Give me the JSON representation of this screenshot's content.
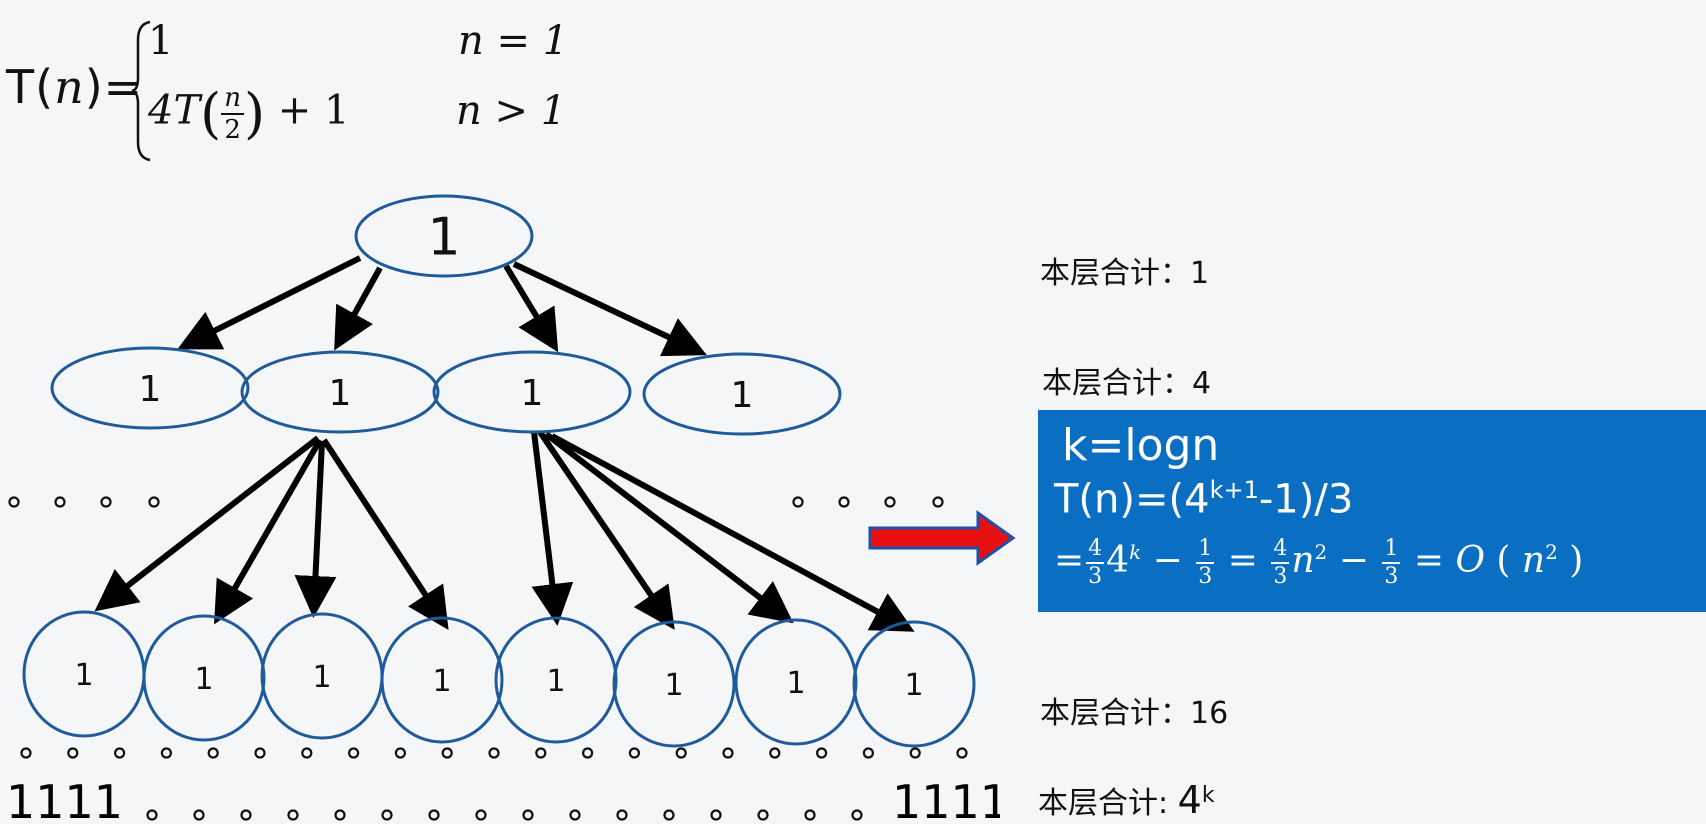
{
  "formula": {
    "lhs_func": "T",
    "lhs_arg": "n",
    "case1_value": "1",
    "case1_condition": "n = 1",
    "case2_coef": "4T",
    "case2_frac_num": "n",
    "case2_frac_den": "2",
    "case2_tail": "+ 1",
    "case2_condition": "n > 1"
  },
  "tree": {
    "root_label": "1",
    "level1_labels": [
      "1",
      "1",
      "1",
      "1"
    ],
    "level2_labels": [
      "1",
      "1",
      "1",
      "1",
      "1",
      "1",
      "1",
      "1"
    ],
    "leaf_left": "1111",
    "leaf_right": "1111",
    "node_stroke_color": "#1f5a9a",
    "arrow_color": "#000000"
  },
  "level_sums": {
    "s1": "本层合计：1",
    "s2": "本层合计：4",
    "s3": "本层合计：16",
    "s4_prefix": "本层合计:",
    "s4_base": "4",
    "s4_exp": "k"
  },
  "arrow": {
    "fill": "#e81010",
    "stroke": "#1f4fa8"
  },
  "answer": {
    "background": "#0a6fc2",
    "line1": "k=logn",
    "line2_prefix": "T(n)=(4",
    "line2_exp": "k+1",
    "line2_suffix": "-1)/3",
    "line3_eq": "=",
    "frac_num": "4",
    "frac_den": "3",
    "frac2_num": "1",
    "frac2_den": "3",
    "term_base1": "4",
    "term_exp1": "k",
    "term_base2": "n",
    "term_exp2": "2",
    "minus": "−",
    "big_o": "O",
    "open_paren": "(",
    "close_paren": ")"
  }
}
